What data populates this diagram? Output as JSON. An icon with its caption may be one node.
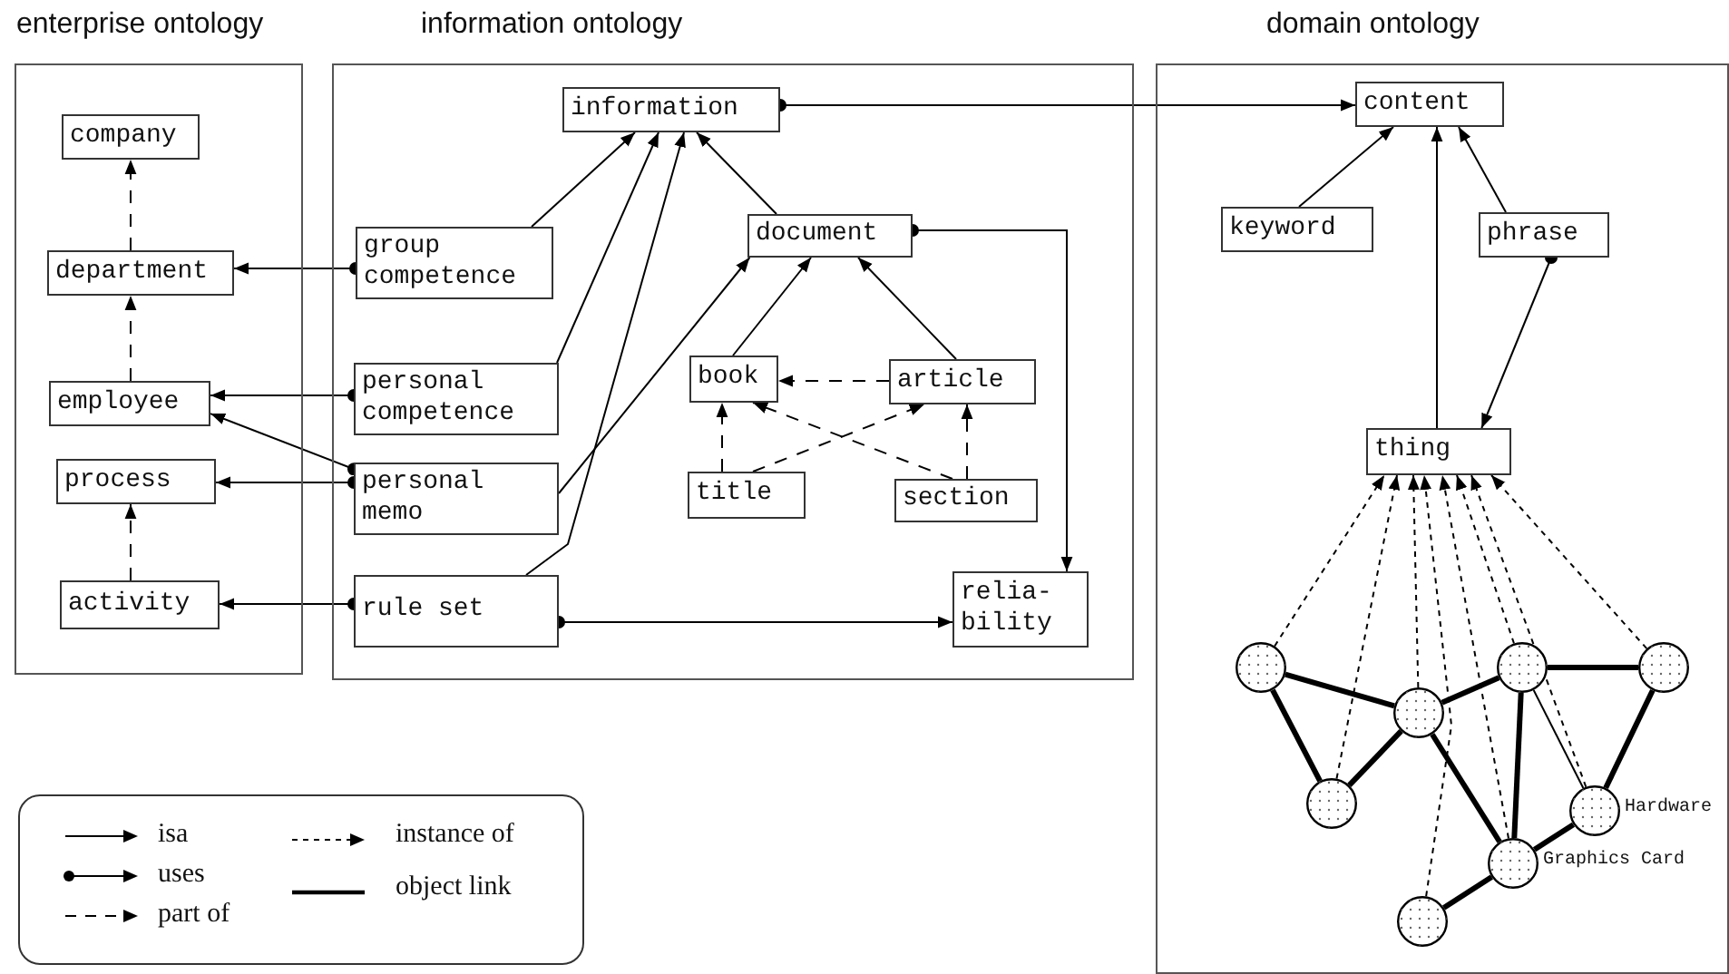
{
  "diagram": {
    "nodes": [
      {
        "text": [
          "enterprise ontology"
        ]
      },
      {
        "text": [
          "company"
        ],
        "in": 0
      },
      {
        "text": [
          "department"
        ],
        "in": 0
      },
      {
        "text": [
          "employee"
        ],
        "in": 0
      },
      {
        "text": [
          "process"
        ],
        "in": 0
      },
      {
        "text": [
          "activity"
        ],
        "in": 0
      },
      {
        "text": [
          "information ontology"
        ]
      },
      {
        "text": [
          "information"
        ],
        "in": 6
      },
      {
        "text": [
          "group competence"
        ],
        "in": 6
      },
      {
        "text": [
          "personal competence"
        ],
        "in": 6
      },
      {
        "text": [
          "personal memo"
        ],
        "in": 6
      },
      {
        "text": [
          "rule set"
        ],
        "in": 6
      },
      {
        "text": [
          "document"
        ],
        "in": 6
      },
      {
        "text": [
          "book"
        ],
        "in": 6
      },
      {
        "text": [
          "article"
        ],
        "in": 6
      },
      {
        "text": [
          "title"
        ],
        "in": 6
      },
      {
        "text": [
          "section"
        ],
        "in": 6
      },
      {
        "text": [
          "relia- bility"
        ],
        "in": 6
      },
      {
        "text": [
          "domain ontology"
        ]
      },
      {
        "text": [
          "content"
        ],
        "in": 18
      },
      {
        "text": [
          "keyword"
        ],
        "in": 18
      },
      {
        "text": [
          "phrase"
        ],
        "in": 18
      },
      {
        "text": [
          "thing"
        ],
        "in": 18
      },
      {
        "text": [],
        "shape": "circle",
        "in": 18
      },
      {
        "text": [],
        "shape": "circle",
        "in": 18
      },
      {
        "text": [],
        "shape": "circle",
        "in": 18
      },
      {
        "text": [],
        "shape": "circle",
        "in": 18
      },
      {
        "text": [],
        "shape": "circle",
        "in": 18
      },
      {
        "text": [],
        "shape": "circle",
        "in": 18,
        "beside": [
          "Hardware"
        ]
      },
      {
        "text": [],
        "shape": "circle",
        "in": 18,
        "beside": [
          "Graphics Card"
        ]
      },
      {
        "text": [],
        "shape": "circle",
        "in": 18
      }
    ],
    "edges": [
      {
        "from": 2,
        "to": 1,
        "arrow": "to",
        "style": "dashed"
      },
      {
        "from": 3,
        "to": 2,
        "arrow": "to",
        "style": "dashed"
      },
      {
        "from": 5,
        "to": 4,
        "arrow": "to",
        "style": "dashed"
      },
      {
        "from": 8,
        "to": 2,
        "arrow": "to"
      },
      {
        "from": 9,
        "to": 3,
        "arrow": "to"
      },
      {
        "from": 10,
        "to": 3,
        "arrow": "to"
      },
      {
        "from": 10,
        "to": 4,
        "arrow": "to"
      },
      {
        "from": 11,
        "to": 5,
        "arrow": "to"
      },
      {
        "from": 8,
        "to": 7,
        "arrow": "to"
      },
      {
        "from": 9,
        "to": 7,
        "arrow": "to"
      },
      {
        "from": 11,
        "to": 7,
        "arrow": "to"
      },
      {
        "from": 10,
        "to": 12,
        "arrow": "to"
      },
      {
        "from": 12,
        "to": 7,
        "arrow": "to"
      },
      {
        "from": 13,
        "to": 12,
        "arrow": "to"
      },
      {
        "from": 14,
        "to": 12,
        "arrow": "to"
      },
      {
        "from": 14,
        "to": 13,
        "arrow": "to",
        "style": "dashed"
      },
      {
        "from": 15,
        "to": 13,
        "arrow": "to",
        "style": "dashed"
      },
      {
        "from": 15,
        "to": 14,
        "arrow": "to",
        "style": "dashed"
      },
      {
        "from": 16,
        "to": 13,
        "arrow": "to",
        "style": "dashed"
      },
      {
        "from": 16,
        "to": 14,
        "arrow": "to",
        "style": "dashed"
      },
      {
        "from": 12,
        "to": 17,
        "arrow": "to"
      },
      {
        "from": 11,
        "to": 17,
        "arrow": "to"
      },
      {
        "from": 7,
        "to": 19,
        "arrow": "to"
      },
      {
        "from": 20,
        "to": 19,
        "arrow": "to"
      },
      {
        "from": 21,
        "to": 19,
        "arrow": "to"
      },
      {
        "from": 22,
        "to": 19,
        "arrow": "to"
      },
      {
        "from": 21,
        "to": 22,
        "arrow": "to"
      },
      {
        "from": 23,
        "to": 22,
        "arrow": "to",
        "style": "dashed"
      },
      {
        "from": 27,
        "to": 22,
        "arrow": "to",
        "style": "dashed"
      },
      {
        "from": 26,
        "to": 22,
        "arrow": "to",
        "style": "dashed"
      },
      {
        "from": 30,
        "to": 22,
        "arrow": "to",
        "style": "dashed"
      },
      {
        "from": 29,
        "to": 22,
        "arrow": "to",
        "style": "dashed"
      },
      {
        "from": 24,
        "to": 22,
        "arrow": "to",
        "style": "dashed"
      },
      {
        "from": 28,
        "to": 22,
        "arrow": "to",
        "style": "dashed"
      },
      {
        "from": 25,
        "to": 22,
        "arrow": "to",
        "style": "dashed"
      },
      {
        "from": 23,
        "to": 26,
        "arrow": "none",
        "style": "thick"
      },
      {
        "from": 23,
        "to": 27,
        "arrow": "none",
        "style": "thick"
      },
      {
        "from": 27,
        "to": 26,
        "arrow": "none",
        "style": "thick"
      },
      {
        "from": 26,
        "to": 24,
        "arrow": "none",
        "style": "thick"
      },
      {
        "from": 24,
        "to": 25,
        "arrow": "none",
        "style": "thick"
      },
      {
        "from": 24,
        "to": 29,
        "arrow": "none",
        "style": "thick"
      },
      {
        "from": 24,
        "to": 28,
        "arrow": "none"
      },
      {
        "from": 26,
        "to": 29,
        "arrow": "none",
        "style": "thick"
      },
      {
        "from": 25,
        "to": 28,
        "arrow": "none",
        "style": "thick"
      },
      {
        "from": 29,
        "to": 28,
        "arrow": "none",
        "style": "thick"
      },
      {
        "from": 30,
        "to": 29,
        "arrow": "none",
        "style": "thick"
      }
    ],
    "legend": [
      {
        "text": "isa"
      },
      {
        "text": "uses"
      },
      {
        "text": "part of"
      },
      {
        "text": "instance of"
      },
      {
        "text": "object link"
      }
    ]
  }
}
